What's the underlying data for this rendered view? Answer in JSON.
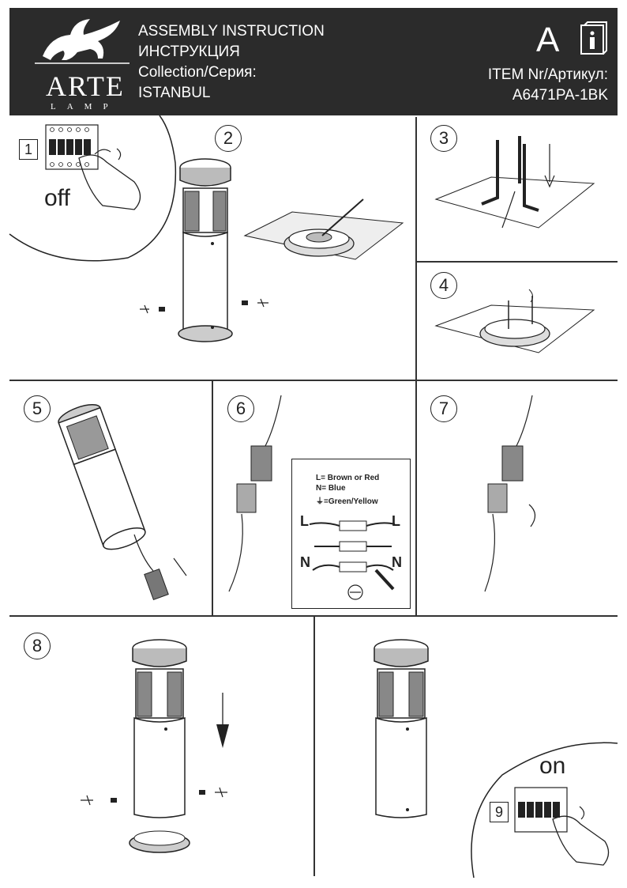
{
  "header": {
    "logo_word": "ARTE",
    "logo_sub": "LAMP",
    "line1": "ASSEMBLY INSTRUCTION",
    "line2": "ИНСТРУКЦИЯ",
    "line3": "Collection/Серия:",
    "line4": "ISTANBUL",
    "format_letter": "A",
    "item_label": "ITEM Nr/Артикул:",
    "item_number": "A6471PA-1BK",
    "info_icon": "info-book-icon"
  },
  "steps": {
    "s1": "1",
    "s1_label": "off",
    "s2": "2",
    "s3": "3",
    "s4": "4",
    "s5": "5",
    "s6": "6",
    "s7": "7",
    "s8": "8",
    "s9": "9",
    "s9_label": "on"
  },
  "wiring_legend": {
    "line_l": "L= Brown or Red",
    "line_n": "N= Blue",
    "line_e": "⏚=Green/Yellow",
    "L": "L",
    "N": "N"
  }
}
